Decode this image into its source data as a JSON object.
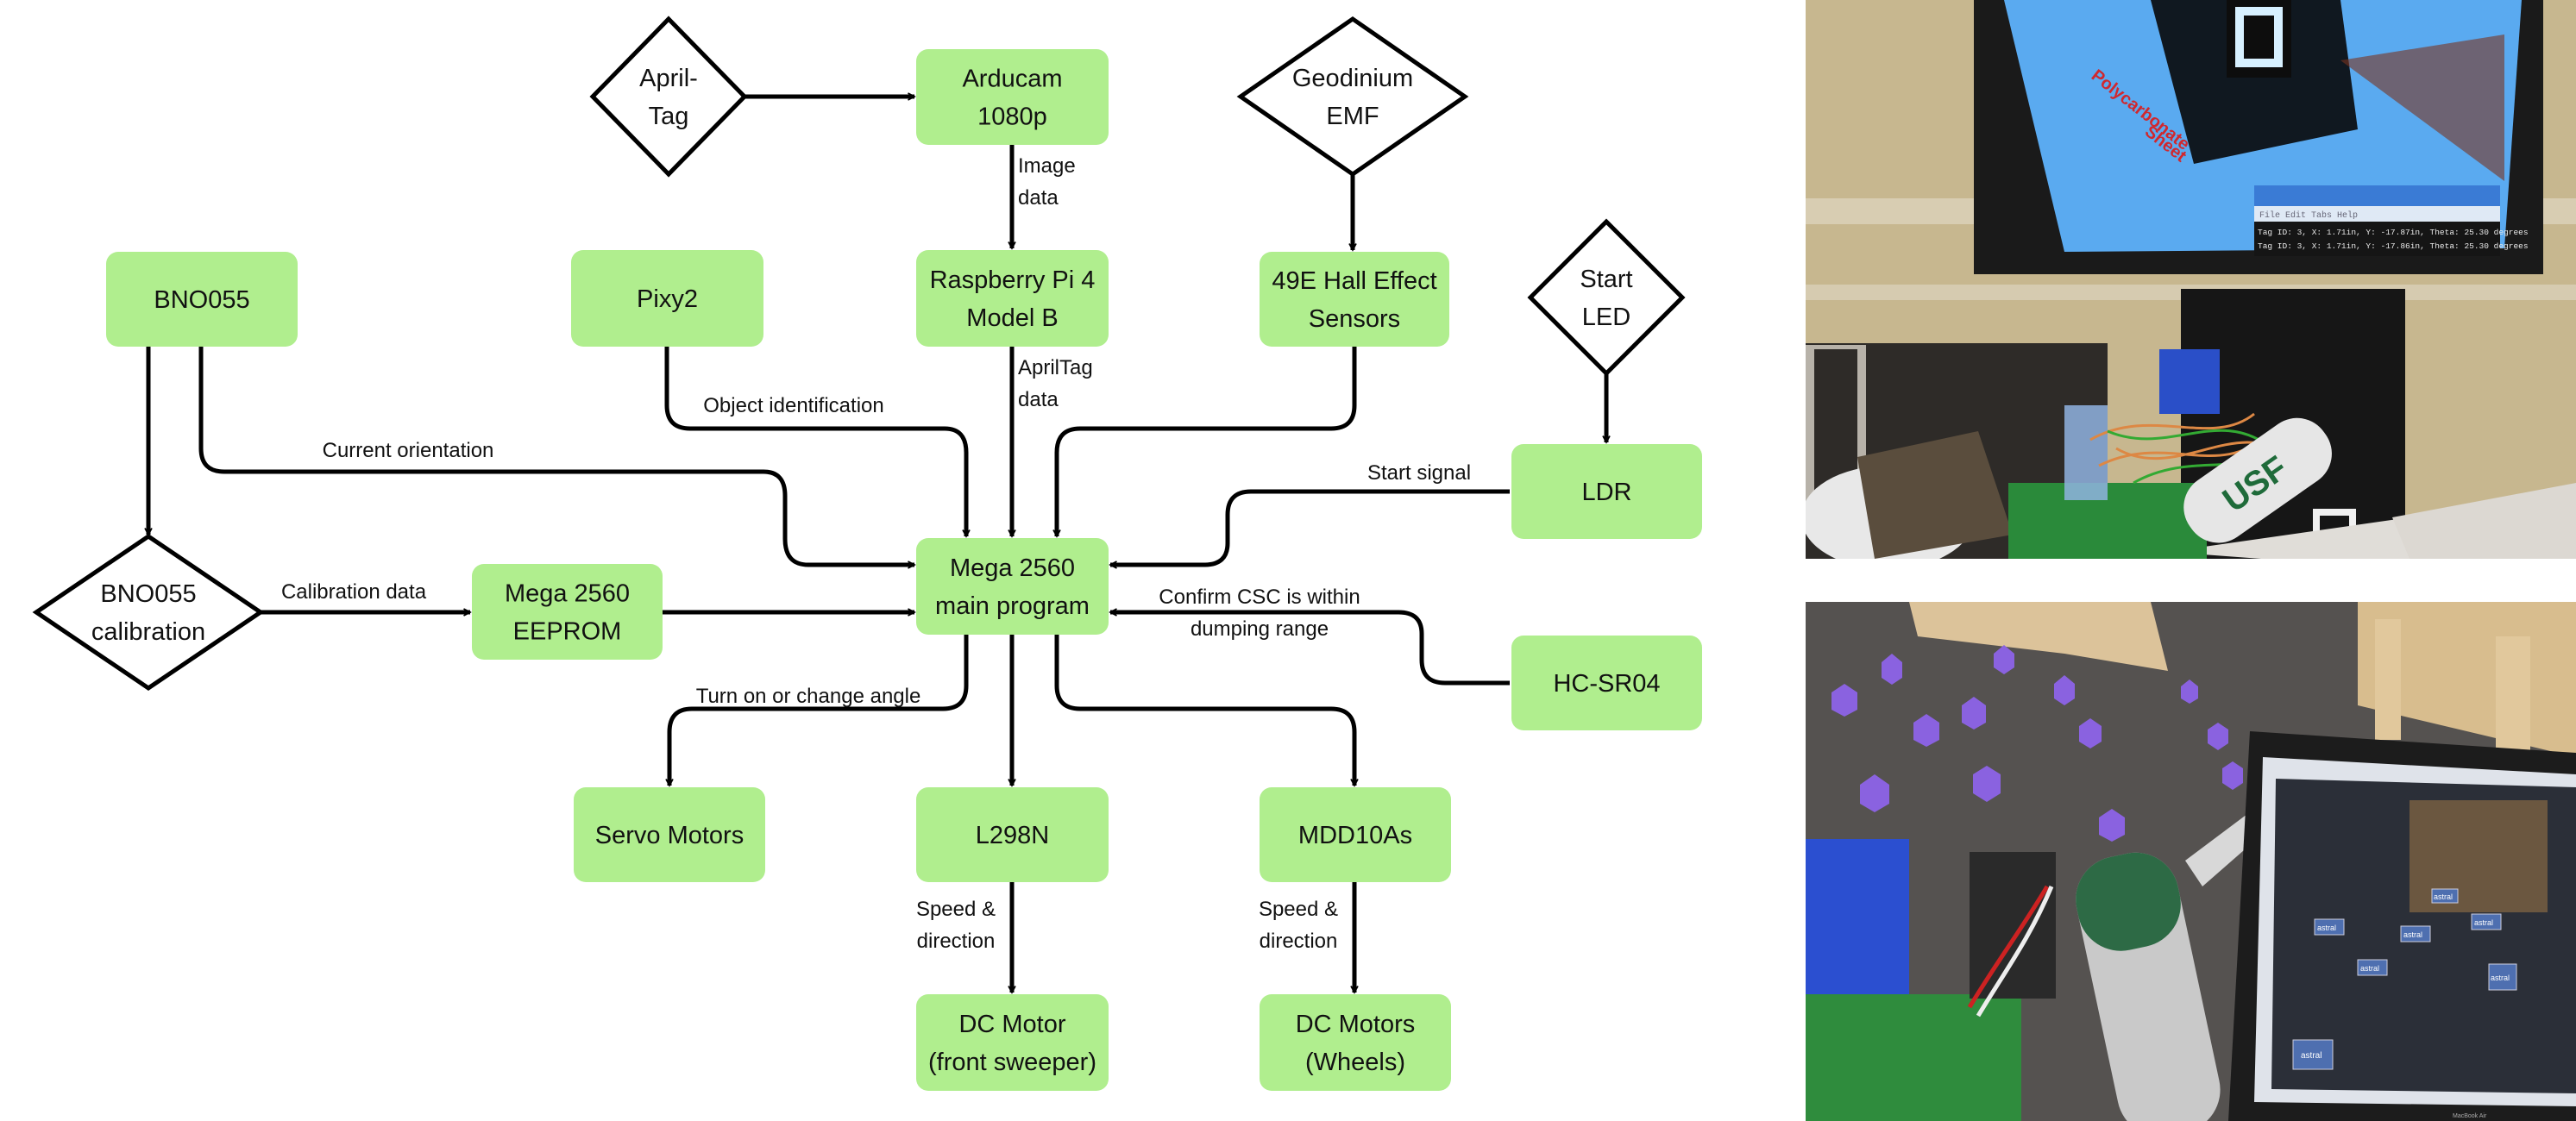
{
  "diagram": {
    "colors": {
      "box_fill": "#b0ee8e",
      "stroke": "#000000",
      "diamond_fill": "#ffffff"
    },
    "nodes": {
      "apriltag": {
        "type": "diamond",
        "lines": [
          "April-",
          "Tag"
        ]
      },
      "arducam": {
        "type": "box",
        "lines": [
          "Arducam",
          "1080p"
        ]
      },
      "geodinium": {
        "type": "diamond",
        "lines": [
          "Geodinium",
          "EMF"
        ]
      },
      "bno055": {
        "type": "box",
        "lines": [
          "BNO055"
        ]
      },
      "pixy2": {
        "type": "box",
        "lines": [
          "Pixy2"
        ]
      },
      "raspberry_pi": {
        "type": "box",
        "lines": [
          "Raspberry Pi 4",
          "Model B"
        ]
      },
      "hall": {
        "type": "box",
        "lines": [
          "49E Hall Effect",
          "Sensors"
        ]
      },
      "start_led": {
        "type": "diamond",
        "lines": [
          "Start",
          "LED"
        ]
      },
      "ldr": {
        "type": "box",
        "lines": [
          "LDR"
        ]
      },
      "bno_cal": {
        "type": "diamond",
        "lines": [
          "BNO055",
          "calibration"
        ]
      },
      "eeprom": {
        "type": "box",
        "lines": [
          "Mega 2560",
          "EEPROM"
        ]
      },
      "mega_main": {
        "type": "box",
        "lines": [
          "Mega 2560",
          "main program"
        ]
      },
      "hcsr04": {
        "type": "box",
        "lines": [
          "HC-SR04"
        ]
      },
      "servo": {
        "type": "box",
        "lines": [
          "Servo Motors"
        ]
      },
      "l298n": {
        "type": "box",
        "lines": [
          "L298N"
        ]
      },
      "mdd10as": {
        "type": "box",
        "lines": [
          "MDD10As"
        ]
      },
      "dc_sweeper": {
        "type": "box",
        "lines": [
          "DC Motor",
          "(front sweeper)"
        ]
      },
      "dc_wheels": {
        "type": "box",
        "lines": [
          "DC Motors",
          "(Wheels)"
        ]
      }
    },
    "edges": [
      {
        "from": "apriltag",
        "to": "arducam",
        "label": []
      },
      {
        "from": "arducam",
        "to": "raspberry_pi",
        "label": [
          "Image",
          "data"
        ]
      },
      {
        "from": "geodinium",
        "to": "hall",
        "label": []
      },
      {
        "from": "start_led",
        "to": "ldr",
        "label": []
      },
      {
        "from": "bno055",
        "to": "bno_cal",
        "label": []
      },
      {
        "from": "bno055",
        "to": "mega_main",
        "label": [
          "Current orientation"
        ]
      },
      {
        "from": "pixy2",
        "to": "mega_main",
        "label": [
          "Object identification"
        ]
      },
      {
        "from": "raspberry_pi",
        "to": "mega_main",
        "label": [
          "AprilTag",
          "data"
        ]
      },
      {
        "from": "hall",
        "to": "mega_main",
        "label": []
      },
      {
        "from": "ldr",
        "to": "mega_main",
        "label": [
          "Start signal"
        ]
      },
      {
        "from": "bno_cal",
        "to": "eeprom",
        "label": [
          "Calibration data"
        ]
      },
      {
        "from": "eeprom",
        "to": "mega_main",
        "label": []
      },
      {
        "from": "hcsr04",
        "to": "mega_main",
        "label": [
          "Confirm CSC is within",
          "dumping range"
        ]
      },
      {
        "from": "mega_main",
        "to": "servo",
        "label": [
          "Turn on or change angle"
        ]
      },
      {
        "from": "mega_main",
        "to": "l298n",
        "label": []
      },
      {
        "from": "mega_main",
        "to": "mdd10as",
        "label": []
      },
      {
        "from": "l298n",
        "to": "dc_sweeper",
        "label": [
          "Speed &",
          "direction"
        ]
      },
      {
        "from": "mdd10as",
        "to": "dc_wheels",
        "label": [
          "Speed &",
          "direction"
        ]
      }
    ]
  },
  "photos": {
    "top": {
      "description": "Robot on table in front of monitor showing AprilTag camera feed",
      "overlay_label": [
        "Polycarbonate",
        "Sheet"
      ],
      "terminal_menu": "File Edit Tabs Help",
      "terminal_lines": [
        "Tag ID: 3, X: 1.71in, Y: -17.87in, Theta: 25.30 degrees",
        "Tag ID: 3, X: 1.71in, Y: -17.86in, Theta: 25.30 degrees"
      ],
      "robot_tube_text": "USF"
    },
    "bottom": {
      "description": "Robot sweeper facing purple game pieces, laptop showing Pixy2 detections",
      "detection_label": "astral",
      "laptop_brand": "MacBook Air"
    }
  }
}
